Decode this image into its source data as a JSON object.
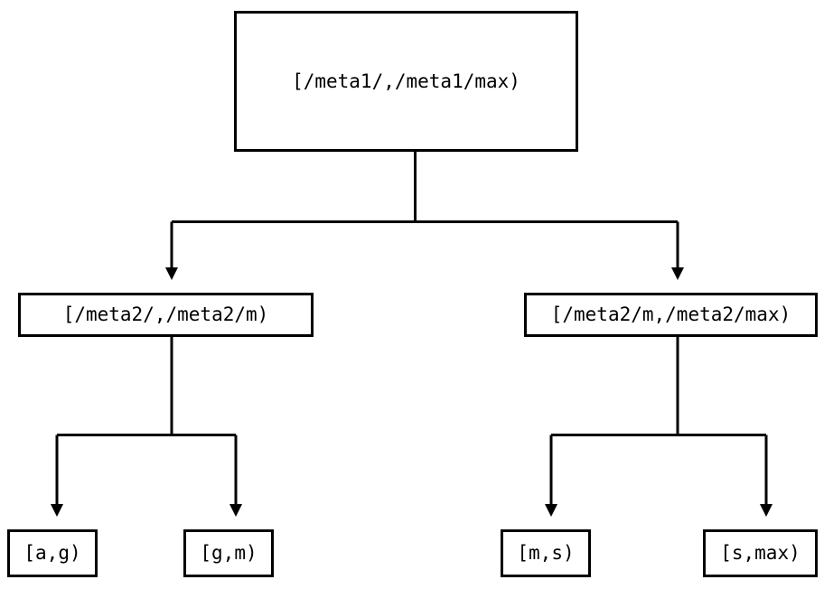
{
  "diagram": {
    "title": "interval-split-tree",
    "background_color": "#ffffff",
    "line_color": "#000000",
    "nodes": {
      "root": {
        "label": "[/meta1/,/meta1/max)"
      },
      "mid_left": {
        "label": "[/meta2/,/meta2/m)"
      },
      "mid_right": {
        "label": "[/meta2/m,/meta2/max)"
      },
      "leaf_1": {
        "label": "[a,g)"
      },
      "leaf_2": {
        "label": "[g,m)"
      },
      "leaf_3": {
        "label": "[m,s)"
      },
      "leaf_4": {
        "label": "[s,max)"
      }
    },
    "edges": [
      {
        "from": "root",
        "to": "mid_left",
        "arrow": "down"
      },
      {
        "from": "root",
        "to": "mid_right",
        "arrow": "down"
      },
      {
        "from": "mid_left",
        "to": "leaf_1",
        "arrow": "down"
      },
      {
        "from": "mid_left",
        "to": "leaf_2",
        "arrow": "down"
      },
      {
        "from": "mid_right",
        "to": "leaf_3",
        "arrow": "down"
      },
      {
        "from": "mid_right",
        "to": "leaf_4",
        "arrow": "down"
      }
    ]
  }
}
